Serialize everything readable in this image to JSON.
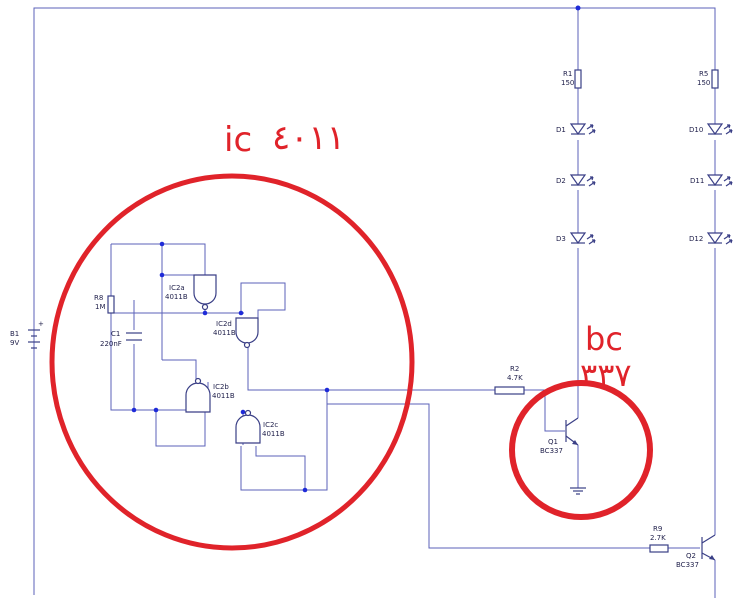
{
  "components": {
    "B1": {
      "ref": "B1",
      "value": "9V"
    },
    "R1": {
      "ref": "R1",
      "value": "150"
    },
    "R5": {
      "ref": "R5",
      "value": "150"
    },
    "R8": {
      "ref": "R8",
      "value": "1M"
    },
    "C1": {
      "ref": "C1",
      "value": "220nF"
    },
    "R2": {
      "ref": "R2",
      "value": "4.7K"
    },
    "R9": {
      "ref": "R9",
      "value": "2.7K"
    },
    "Q1": {
      "ref": "Q1",
      "value": "BC337"
    },
    "Q2": {
      "ref": "Q2",
      "value": "BC337"
    },
    "IC2a": {
      "ref": "IC2a",
      "value": "4011B"
    },
    "IC2b": {
      "ref": "IC2b",
      "value": "4011B"
    },
    "IC2c": {
      "ref": "IC2c",
      "value": "4011B"
    },
    "IC2d": {
      "ref": "IC2d",
      "value": "4011B"
    },
    "D1": {
      "ref": "D1"
    },
    "D2": {
      "ref": "D2"
    },
    "D3": {
      "ref": "D3"
    },
    "D10": {
      "ref": "D10"
    },
    "D11": {
      "ref": "D11"
    },
    "D12": {
      "ref": "D12"
    }
  },
  "annotations": {
    "ic_text": "ic",
    "ic_number": "٤٠١١",
    "bc_text": "bc",
    "bc_number": "٣٣٧"
  },
  "colors": {
    "wire": "#5b62b8",
    "component": "#3a3f86",
    "node": "#1f2bd8",
    "annotation": "#e0232a"
  }
}
